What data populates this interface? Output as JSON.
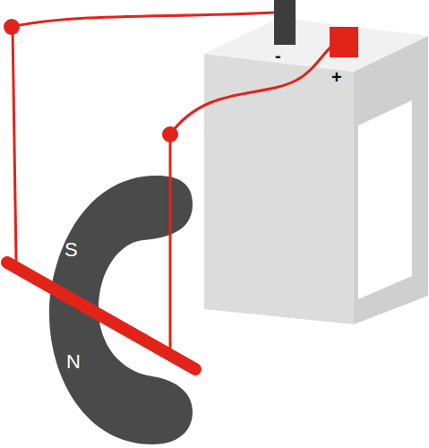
{
  "diagram": {
    "labels": [
      "S",
      "N",
      "-",
      "+"
    ]
  }
}
